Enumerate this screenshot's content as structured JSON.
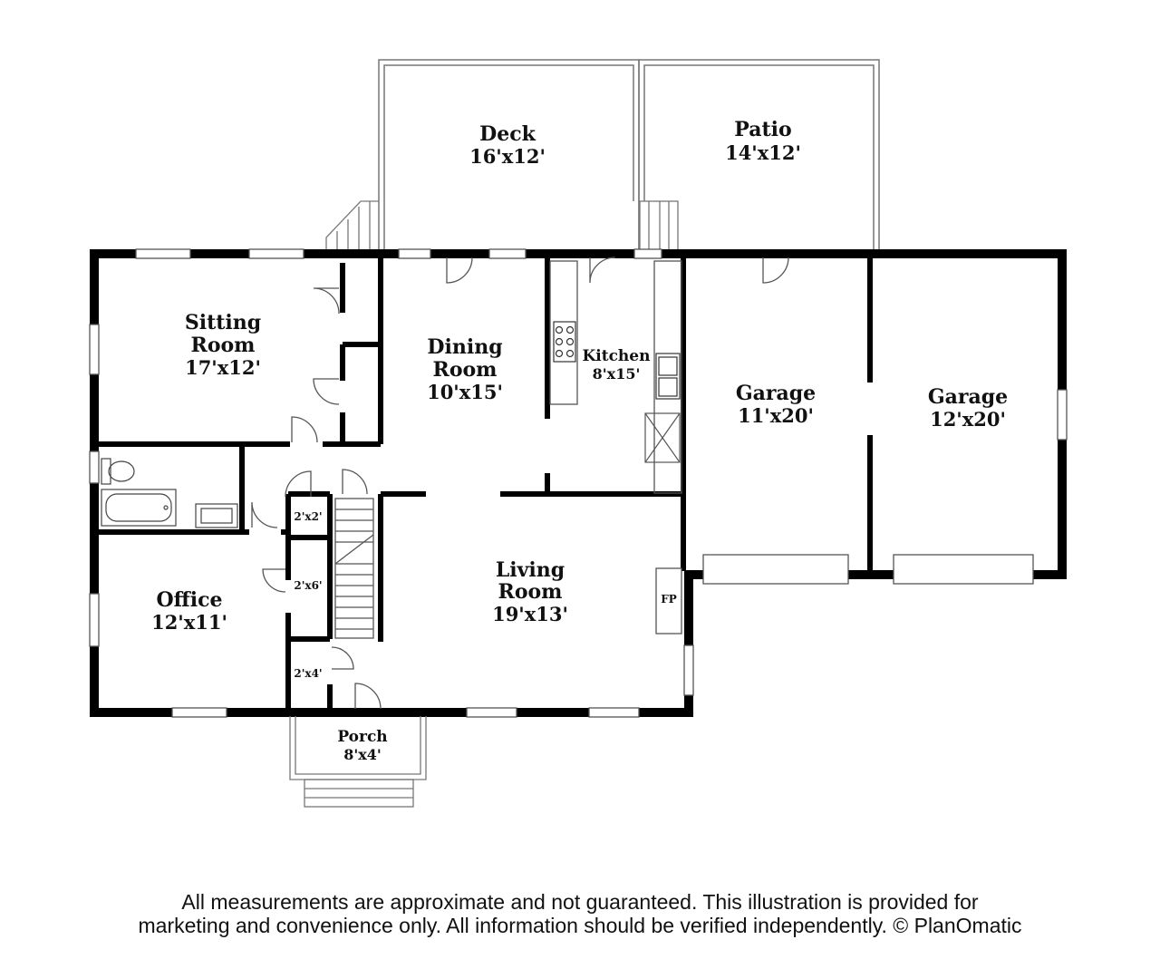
{
  "rooms": {
    "deck": {
      "name": "Deck",
      "dim": "16'x12'"
    },
    "patio": {
      "name": "Patio",
      "dim": "14'x12'"
    },
    "sitting": {
      "name1": "Sitting",
      "name2": "Room",
      "dim": "17'x12'"
    },
    "dining": {
      "name1": "Dining",
      "name2": "Room",
      "dim": "10'x15'"
    },
    "kitchen": {
      "name": "Kitchen",
      "dim": "8'x15'"
    },
    "garage1": {
      "name": "Garage",
      "dim": "11'x20'"
    },
    "garage2": {
      "name": "Garage",
      "dim": "12'x20'"
    },
    "office": {
      "name": "Office",
      "dim": "12'x11'"
    },
    "living": {
      "name1": "Living",
      "name2": "Room",
      "dim": "19'x13'"
    },
    "porch": {
      "name": "Porch",
      "dim": "8'x4'"
    },
    "closet1": {
      "dim": "2'x2'"
    },
    "closet2": {
      "dim": "2'x6'"
    },
    "closet3": {
      "dim": "2'x4'"
    },
    "fireplace": {
      "label": "FP"
    }
  },
  "disclaimer": {
    "line1": "All measurements are approximate and not guaranteed. This illustration is provided for",
    "line2": "marketing and convenience only. All information should be verified independently. © PlanOmatic"
  }
}
